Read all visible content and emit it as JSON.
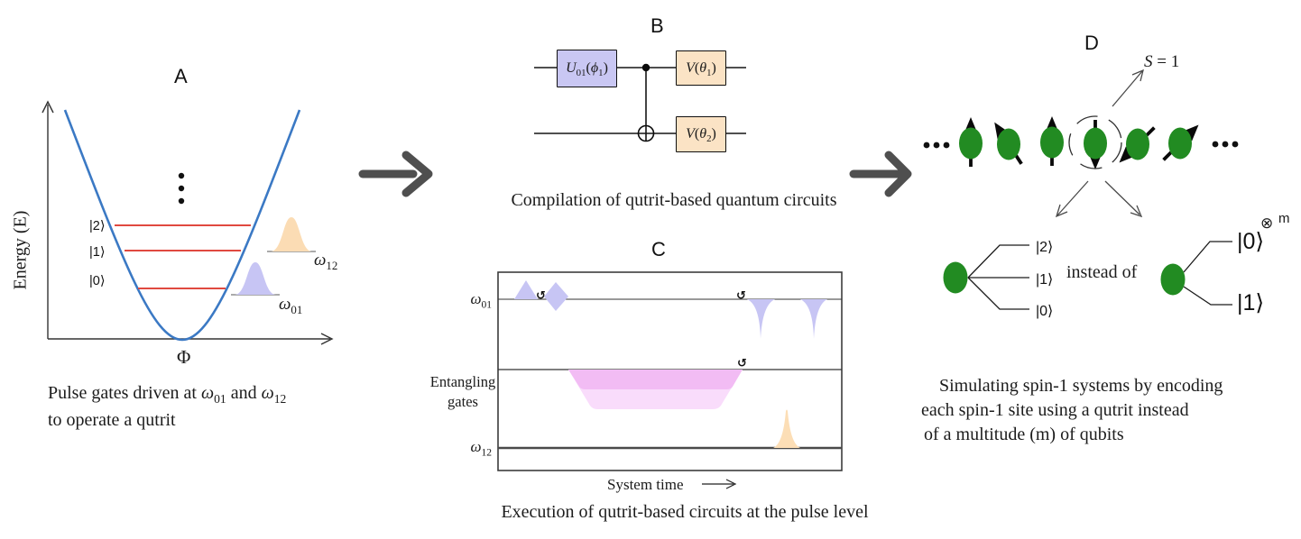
{
  "panel_a": {
    "label": "A",
    "y_axis": "Energy (E)",
    "x_axis": "Φ",
    "ket2": "|2⟩",
    "ket1": "|1⟩",
    "ket0": "|0⟩",
    "omega": "ω",
    "sub12": "12",
    "sub01": "01",
    "caption_pre": "Pulse gates driven at ",
    "caption_and": " and ",
    "caption_line2": "to operate a qutrit"
  },
  "panel_b": {
    "label": "B",
    "gate_u": "U",
    "gate_u_sub": "01",
    "paren_open": "(",
    "phi": "ϕ",
    "phi_sub": "1",
    "paren_close": ")",
    "gate_v": "V",
    "theta": "θ",
    "v1_sub": "1",
    "v2_sub": "2",
    "caption": "Compilation of qutrit-based quantum circuits"
  },
  "panel_c": {
    "label": "C",
    "omega": "ω",
    "sub01": "01",
    "sub12": "12",
    "entangling_line1": "Entangling",
    "entangling_line2": "gates",
    "loop_symbol": "↺",
    "time_axis": "System time",
    "caption": "Execution of qutrit-based circuits at the pulse level"
  },
  "panel_d": {
    "label": "D",
    "spin_var": "S",
    "spin_rest": " = 1",
    "instead_of": "instead of",
    "ket2": "|2⟩",
    "ket1": "|1⟩",
    "ket0": "|0⟩",
    "qubit_ket0": "|0⟩",
    "qubit_ket1": "|1⟩",
    "tensor": "⊗",
    "tensor_exp": "m",
    "caption_line1": "Simulating spin-1 systems by encoding",
    "caption_line2": "each spin-1 site using a qutrit instead",
    "caption_line3": "of a multitude (m) of qubits"
  },
  "colors": {
    "curve_blue": "#3b79c4",
    "level_red": "#e04940",
    "lavender": "#c9c7f3",
    "peach": "#fbe3c5",
    "pulse_purple": "#c7c5f4",
    "pulse_orange": "#fcdeb6",
    "entangle_dark_pink": "#f2bcf4",
    "entangle_light_pink": "#f9dcfb",
    "site_green": "#228b22",
    "flow_arrow_gray": "#4f4f4f"
  }
}
